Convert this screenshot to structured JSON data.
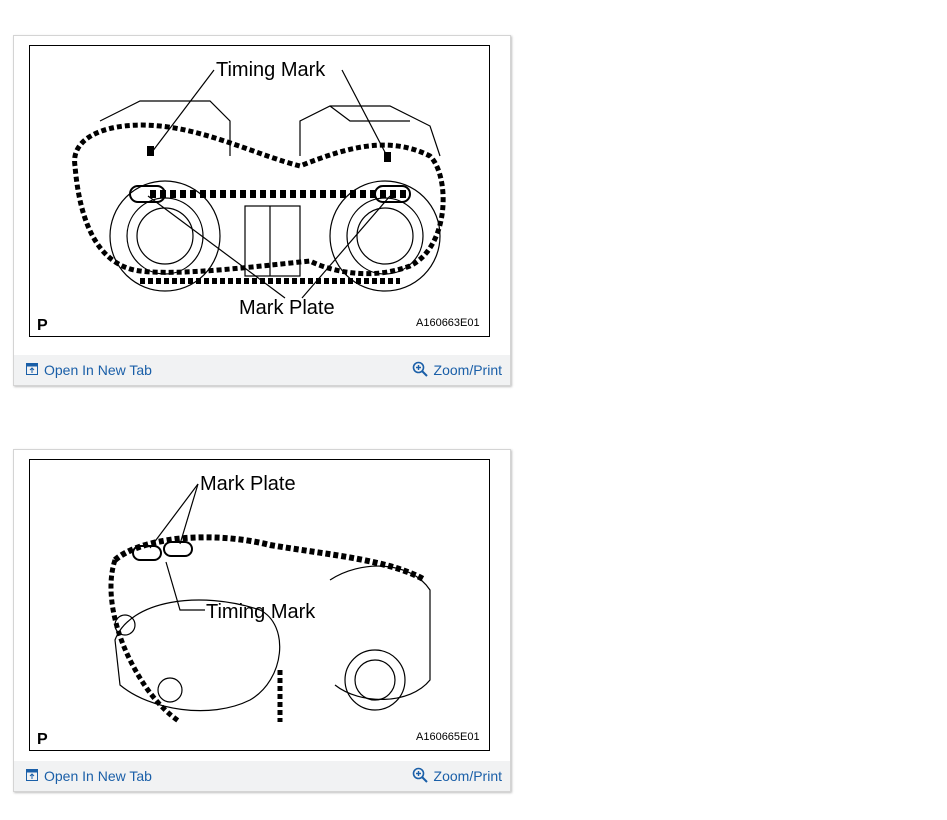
{
  "figures": [
    {
      "labels": {
        "timing_mark": "Timing Mark",
        "mark_plate": "Mark Plate"
      },
      "view": "P",
      "code": "A160663E01",
      "actions": {
        "open_tab": "Open In New Tab",
        "zoom_print": "Zoom/Print"
      }
    },
    {
      "labels": {
        "mark_plate": "Mark Plate",
        "timing_mark": "Timing Mark"
      },
      "view": "P",
      "code": "A160665E01",
      "actions": {
        "open_tab": "Open In New Tab",
        "zoom_print": "Zoom/Print"
      }
    }
  ],
  "icons": {
    "open_tab": "open-in-new-tab-icon",
    "zoom": "zoom-in-icon"
  },
  "colors": {
    "link": "#1a5fa8",
    "toolbar_bg": "#f1f2f3"
  }
}
